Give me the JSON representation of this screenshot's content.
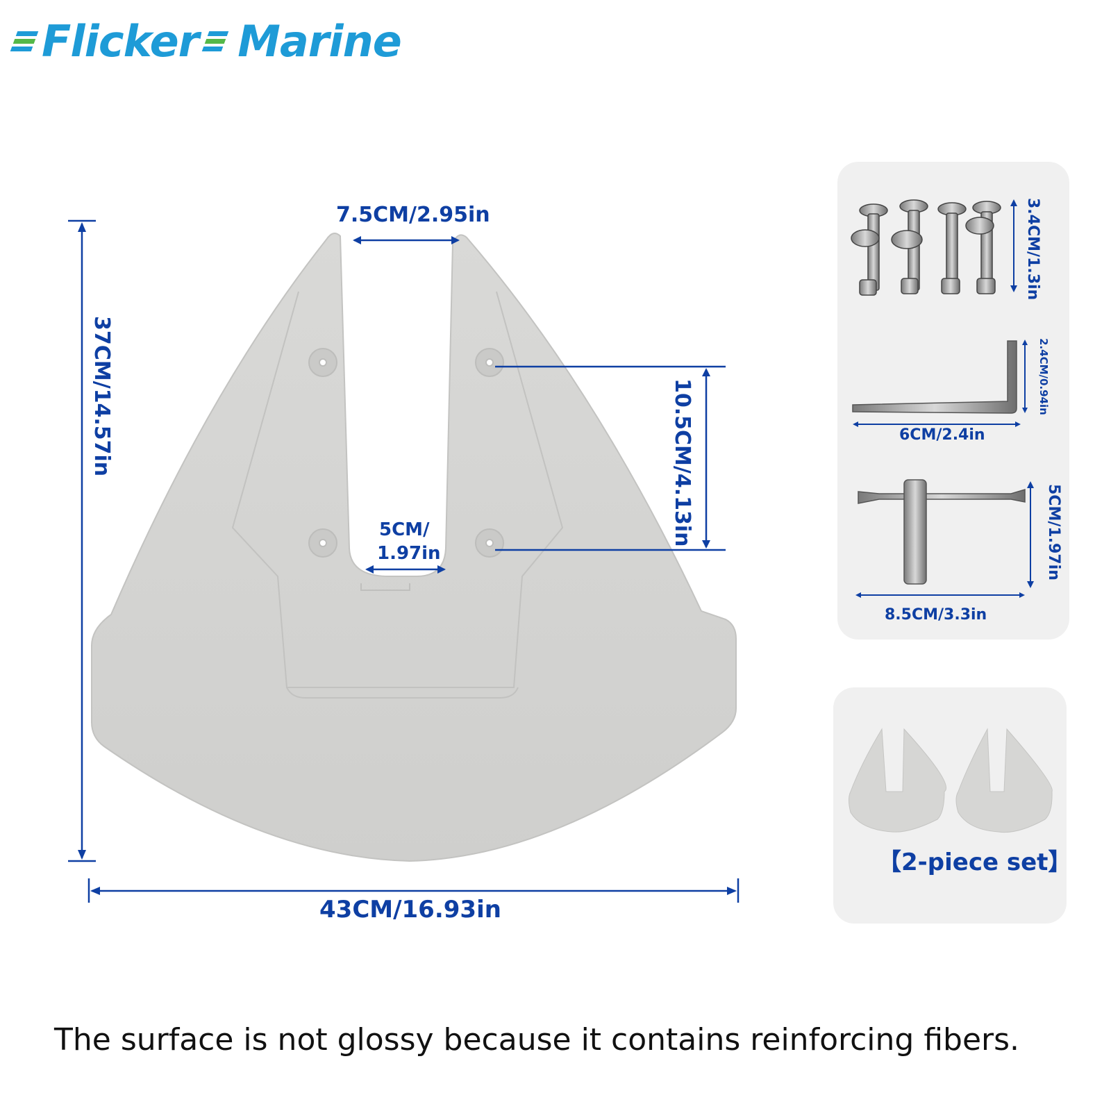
{
  "brand": {
    "word1": "Flicker",
    "word2": "Marine"
  },
  "main_dimensions": {
    "top_gap": "7.5CM/2.95in",
    "height": "37CM/14.57in",
    "hole_spacing": "10.5CM/4.13in",
    "slot_width_line1": "5CM/",
    "slot_width_line2": "1.97in",
    "width": "43CM/16.93in"
  },
  "accessories": {
    "bolts_dim": "3.4CM/1.3in",
    "wrench_height": "2.4CM/0.94in",
    "wrench_width": "6CM/2.4in",
    "tbar_height": "5CM/1.97in",
    "tbar_width": "8.5CM/3.3in"
  },
  "set_label": "【2-piece set】",
  "caption": "The surface is not glossy because it contains reinforcing fibers.",
  "colors": {
    "brand_blue": "#1e9bd7",
    "brand_green": "#55b848",
    "dimension_blue": "#0e3fa3",
    "product_gray": "#d3d3d1",
    "panel_gray": "#f0f0f0"
  }
}
